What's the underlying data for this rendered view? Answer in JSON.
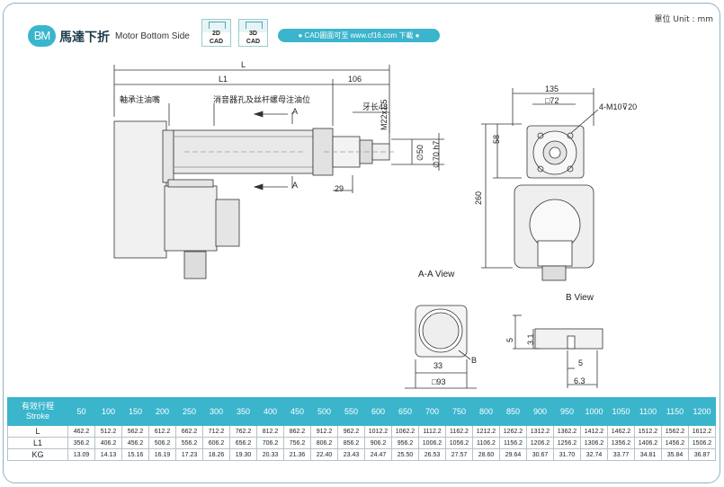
{
  "header": {
    "badge": "BM",
    "title_zh": "馬達下折",
    "title_en": "Motor Bottom Side",
    "cad_2d": [
      "2D",
      "CAD"
    ],
    "cad_3d": [
      "3D",
      "CAD"
    ],
    "download_text": "● CAD圖面可至 www.cf16.com 下載 ●",
    "unit": "單位 Unit : mm"
  },
  "drawing": {
    "dim_L": "L",
    "dim_L1": "L1",
    "dim_106": "106",
    "lbl_grease_nozzle": "軸承注油嘴",
    "lbl_muffler": "消音器孔及丝杆螺母注油位",
    "section_A_top": "A",
    "section_A_bottom": "A",
    "thread_len": "牙长48",
    "thread_spec": "M22x1.5",
    "dia_50": "∅50",
    "dia_70": "∅70 h7",
    "dim_29": "29",
    "dim_135": "135",
    "sq_72": "□72",
    "hole_spec": "4-M10⊽20",
    "dim_58": "58",
    "dim_260": "260",
    "aa_view": "A-A View",
    "dim_33": "33",
    "lbl_B": "B",
    "sq_93": "□93",
    "b_view": "B View",
    "dim_5v": "5",
    "dim_31": "3.1",
    "dim_5h": "5",
    "dim_63": "6.3"
  },
  "table": {
    "header_label": [
      "有效行程",
      "Stroke"
    ],
    "strokes": [
      "50",
      "100",
      "150",
      "200",
      "250",
      "300",
      "350",
      "400",
      "450",
      "500",
      "550",
      "600",
      "650",
      "700",
      "750",
      "800",
      "850",
      "900",
      "950",
      "1000",
      "1050",
      "1100",
      "1150",
      "1200"
    ],
    "rows": [
      {
        "label": "L",
        "values": [
          "462.2",
          "512.2",
          "562.2",
          "612.2",
          "662.2",
          "712.2",
          "762.2",
          "812.2",
          "862.2",
          "912.2",
          "962.2",
          "1012.2",
          "1062.2",
          "1112.2",
          "1162.2",
          "1212.2",
          "1262.2",
          "1312.2",
          "1362.2",
          "1412.2",
          "1462.2",
          "1512.2",
          "1562.2",
          "1612.2"
        ]
      },
      {
        "label": "L1",
        "values": [
          "356.2",
          "406.2",
          "456.2",
          "506.2",
          "556.2",
          "606.2",
          "656.2",
          "706.2",
          "756.2",
          "806.2",
          "856.2",
          "906.2",
          "956.2",
          "1006.2",
          "1056.2",
          "1106.2",
          "1156.2",
          "1206.2",
          "1256.2",
          "1306.2",
          "1356.2",
          "1406.2",
          "1456.2",
          "1506.2"
        ]
      },
      {
        "label": "KG",
        "values": [
          "13.09",
          "14.13",
          "15.16",
          "16.19",
          "17.23",
          "18.26",
          "19.30",
          "20.33",
          "21.36",
          "22.40",
          "23.43",
          "24.47",
          "25.50",
          "26.53",
          "27.57",
          "28.60",
          "29.64",
          "30.67",
          "31.70",
          "32.74",
          "33.77",
          "34.81",
          "35.84",
          "36.87"
        ]
      }
    ]
  }
}
